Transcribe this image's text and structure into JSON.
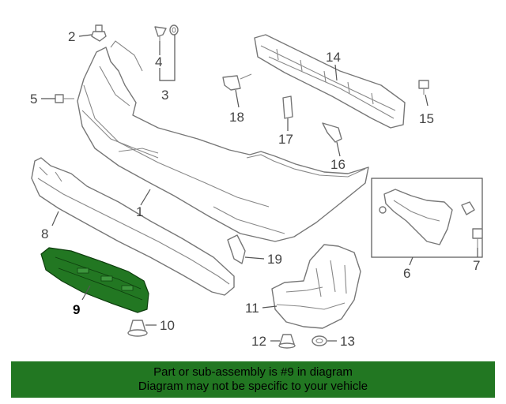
{
  "callouts": {
    "c1": "1",
    "c2": "2",
    "c3": "3",
    "c4": "4",
    "c5": "5",
    "c6": "6",
    "c7": "7",
    "c8": "8",
    "c9": "9",
    "c10": "10",
    "c11": "11",
    "c12": "12",
    "c13": "13",
    "c14": "14",
    "c15": "15",
    "c16": "16",
    "c17": "17",
    "c18": "18",
    "c19": "19"
  },
  "highlight": {
    "part_number": "9",
    "color": "#227722"
  },
  "banner": {
    "line1": "Part or sub-assembly is #9 in diagram",
    "line2": "Diagram may not be specific to your vehicle",
    "background": "#227722"
  }
}
